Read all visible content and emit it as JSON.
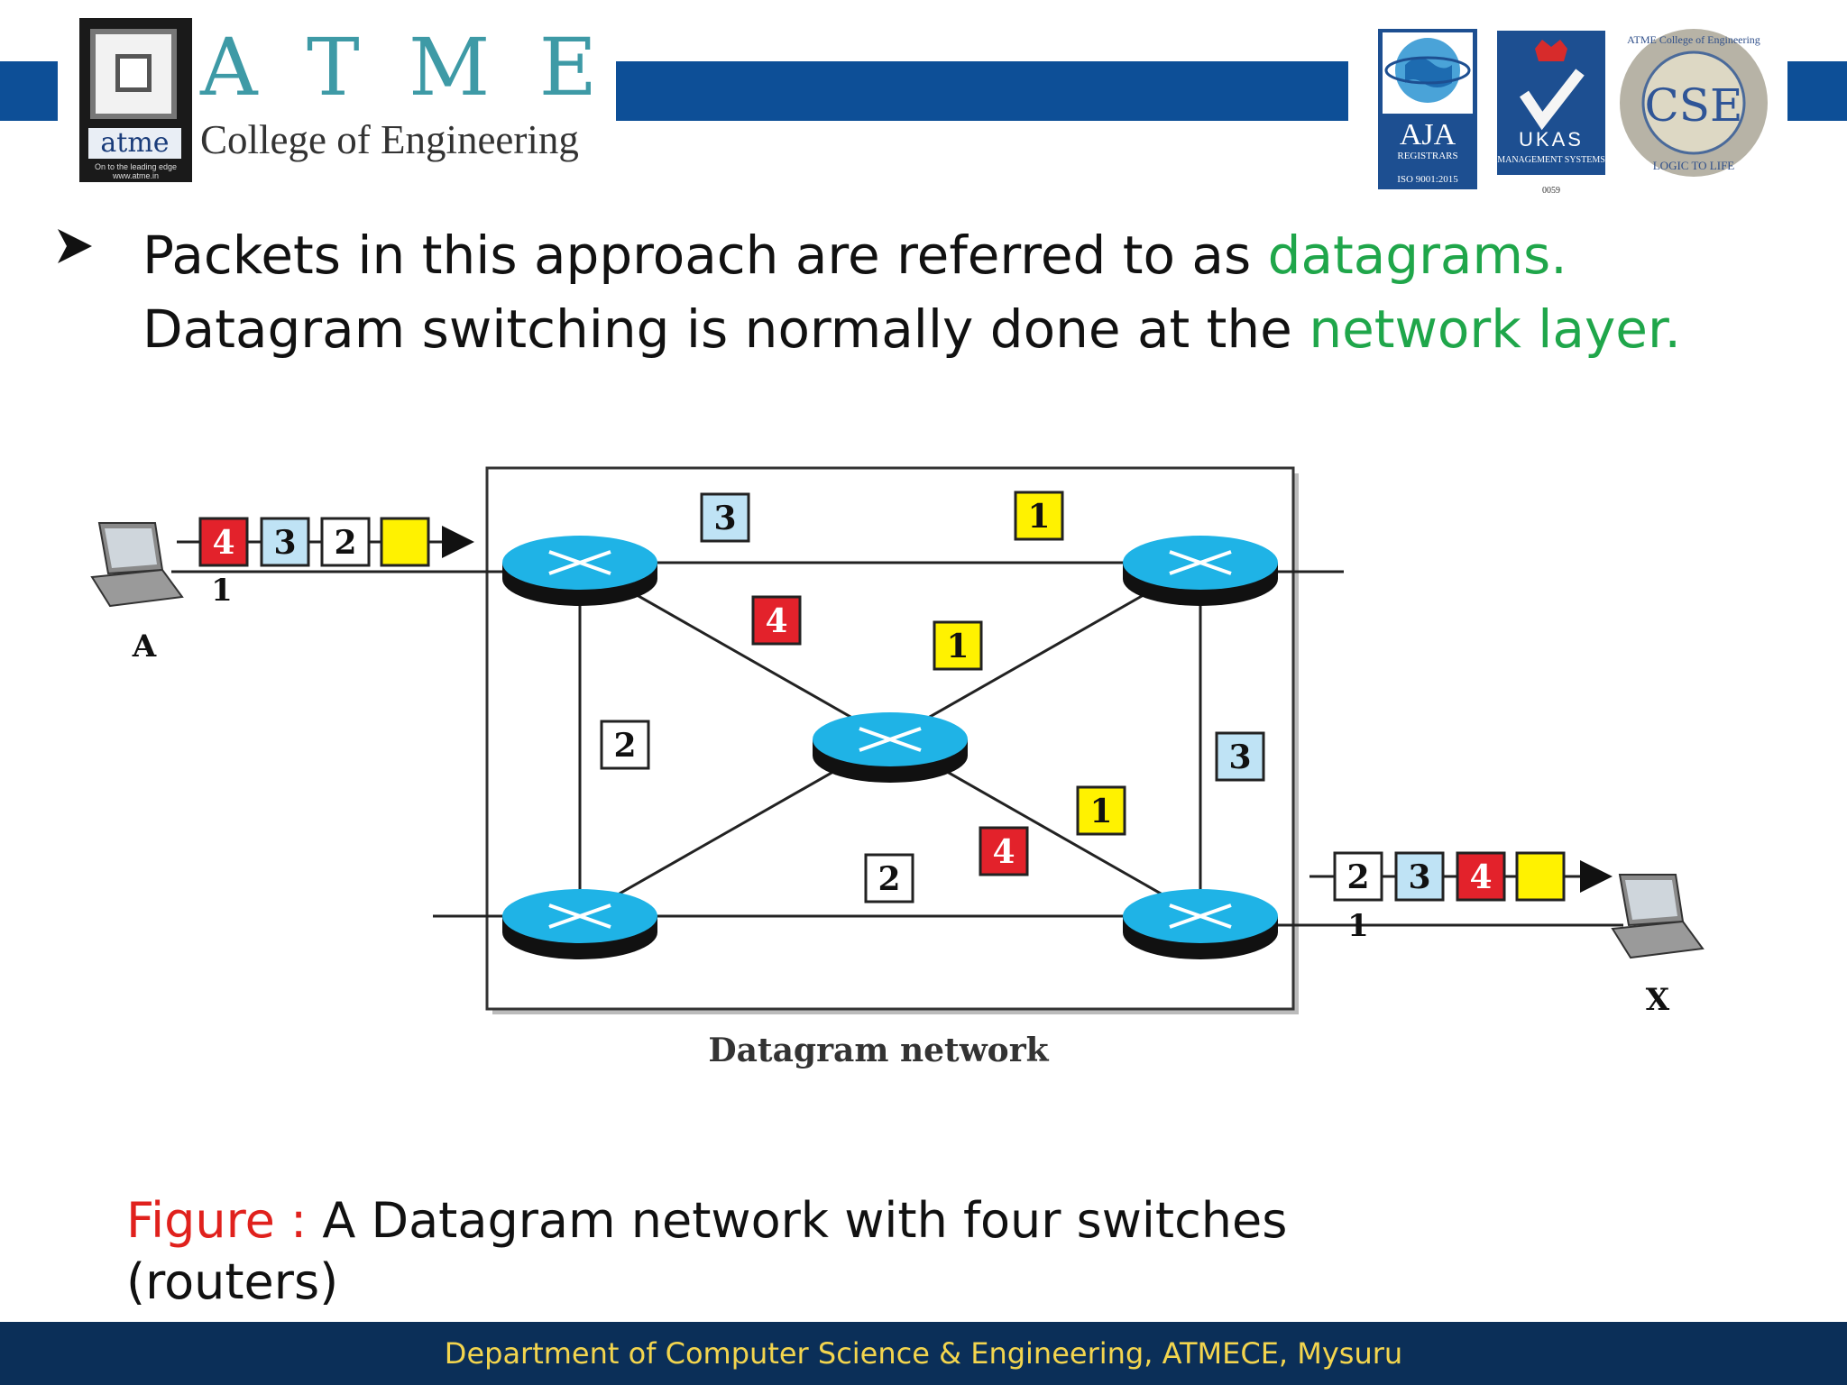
{
  "header": {
    "brand_letters": [
      "A",
      "T",
      "M",
      "E"
    ],
    "logo_word": "atme",
    "logo_tagline": "On to the leading edge",
    "logo_url": "www.atme.in",
    "college_name": "College of Engineering",
    "cert_1": {
      "name": "AJA",
      "sub": "REGISTRARS",
      "iso": "ISO 9001:2015"
    },
    "cert_2": {
      "name": "UKAS",
      "sub": "MANAGEMENT SYSTEMS",
      "code": "0059"
    },
    "cert_3": {
      "center": "CSE",
      "ring_top": "ATME College of Engineering",
      "ring_bottom": "LOGIC TO LIFE"
    }
  },
  "bullet": {
    "part1": "Packets in this approach are referred to as ",
    "highlight1": "datagrams.",
    "part2": " Datagram switching is normally done at the ",
    "highlight2": "network layer."
  },
  "colors": {
    "band": "#0d4f97",
    "highlight": "#1fa64a",
    "figure_label": "#e0211d",
    "footer_bg": "#0b2f58",
    "footer_text": "#f3d54e",
    "router": "#1fb3e6",
    "packet_red": "#e3222b",
    "packet_blue": "#bfe3f5",
    "packet_yellow": "#fff200"
  },
  "diagram": {
    "network_label": "Datagram network",
    "host_a": "A",
    "host_x": "X",
    "incoming_port": "1",
    "outgoing_port": "1",
    "incoming_queue": [
      "4",
      "3",
      "2",
      ""
    ],
    "outgoing_queue": [
      "2",
      "3",
      "4",
      ""
    ],
    "link_packets": [
      "3",
      "1",
      "4",
      "1",
      "2",
      "3",
      "1",
      "4",
      "2"
    ]
  },
  "caption": {
    "label": "Figure :",
    "text": " A Datagram network with four switches (routers)"
  },
  "footer": {
    "text": "Department of Computer Science & Engineering, ATMECE, Mysuru"
  }
}
